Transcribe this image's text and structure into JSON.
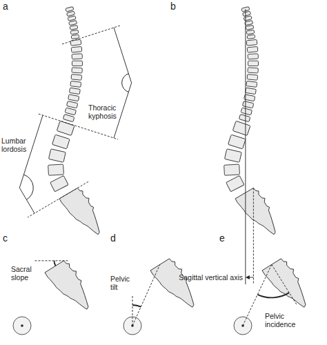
{
  "diagram": {
    "labels": [
      "a",
      "b",
      "Thoracic kyphosis",
      "Lumbar lordosis",
      "Sagittal vertical axis",
      "c",
      "d",
      "e",
      "Sacral slope",
      "Pelvic tilt",
      "Pelvic incidence"
    ]
  }
}
